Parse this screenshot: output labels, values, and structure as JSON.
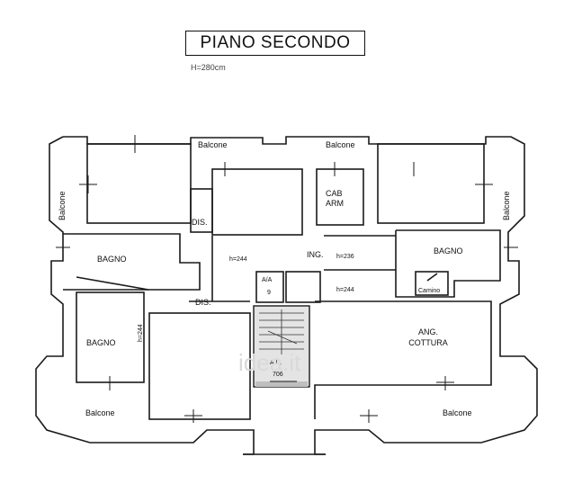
{
  "plan": {
    "title": "PIANO SECONDO",
    "height_note": "H=280cm"
  },
  "rooms": {
    "balcone_top_left": "Balcone",
    "balcone_top_center": "Balcone",
    "balcone_left": "Balcone",
    "balcone_right": "Balcone",
    "balcone_bottom_left": "Balcone",
    "balcone_bottom_right": "Balcone",
    "dis_upper": "DIS.",
    "dis_lower": "DIS.",
    "cab_arm_line1": "CAB",
    "cab_arm_line2": "ARM",
    "bagno_left": "BAGNO",
    "bagno_right": "BAGNO",
    "bagno_lower": "BAGNO",
    "ing": "ING.",
    "h244_a": "h=244",
    "h236": "h=236",
    "h244_b": "h=244",
    "h244_vertical": "h=244",
    "camino": "Camino",
    "aia_label": "A/A",
    "aia_number": "9",
    "au_label": "A.U.",
    "au_number": "706",
    "ang_cottura_line1": "ANG.",
    "ang_cottura_line2": "COTTURA"
  },
  "watermark": {
    "text": "idea.it"
  },
  "colors": {
    "wall": "#1a1a1a",
    "stair_fill": "#bfbfbf",
    "watermark": "#d9d9d9"
  }
}
